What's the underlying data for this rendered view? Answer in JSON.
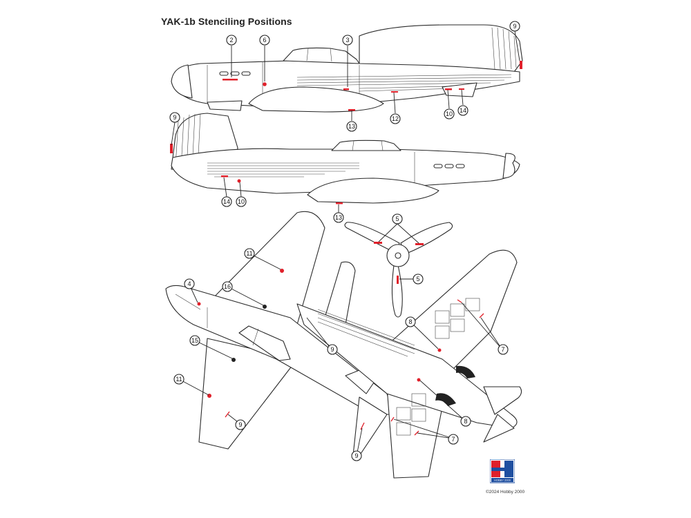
{
  "page": {
    "title": "YAK-1b Stenciling Positions",
    "copyright": "©2024 Hobby 2000",
    "logo_text": "HOBBY 2000"
  },
  "callouts": {
    "c1": "2",
    "c2": "6",
    "c3": "3",
    "c4": "9",
    "c5": "10",
    "c6": "14",
    "c7": "12",
    "c8": "13",
    "c9": "9",
    "c10": "14",
    "c11": "10",
    "c12": "13",
    "c13": "5",
    "c14": "5",
    "c15": "11",
    "c16": "4",
    "c17": "16",
    "c18": "15",
    "c19": "11",
    "c20": "9",
    "c21": "9",
    "c22": "8",
    "c23": "7",
    "c24": "8",
    "c25": "7",
    "c26": "9"
  },
  "colors": {
    "stencil_red": "#e0202a",
    "line": "#2a2a2a",
    "logo_red": "#e0202a",
    "logo_blue": "#1f4fa0"
  },
  "views": [
    "left side profile",
    "right side profile",
    "propeller",
    "top view",
    "bottom view"
  ]
}
